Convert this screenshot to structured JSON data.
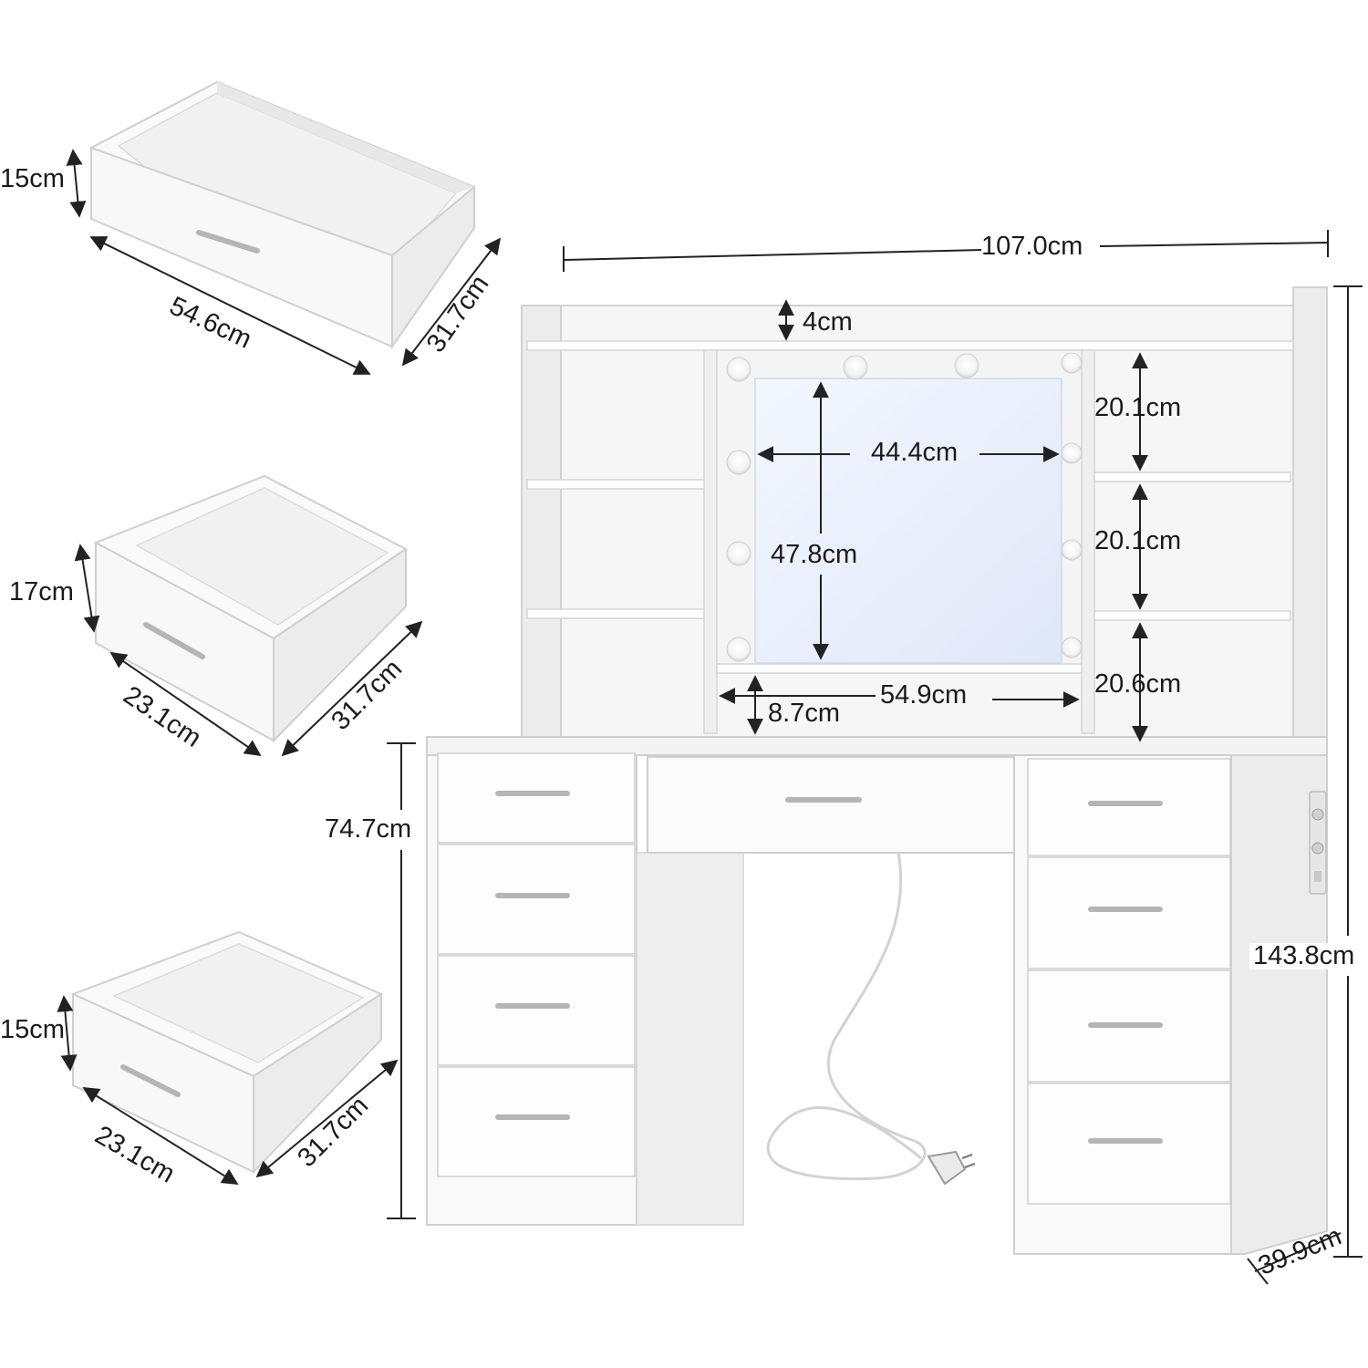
{
  "labels": {
    "d1_height": "15cm",
    "d1_width": "54.6cm",
    "d1_depth": "31.7cm",
    "d2_height": "17cm",
    "d2_width": "23.1cm",
    "d2_depth": "31.7cm",
    "d3_height": "15cm",
    "d3_width": "23.1cm",
    "d3_depth": "31.7cm",
    "total_width": "107.0cm",
    "top_clearance": "4cm",
    "shelf_1": "20.1cm",
    "shelf_2": "20.1cm",
    "shelf_3": "20.6cm",
    "mirror_width": "44.4cm",
    "mirror_height": "47.8cm",
    "hutch_inner_width": "54.9cm",
    "hutch_gap": "8.7cm",
    "desk_height": "74.7cm",
    "total_height": "143.8cm",
    "depth": "39.9cm"
  },
  "colors": {
    "panel": "#f7f7f7",
    "panel_shade": "#e9e9e9",
    "edge": "#cfcfcf",
    "mirror": "#e6eefb",
    "handle": "#b8b8b8",
    "line": "#222222"
  }
}
